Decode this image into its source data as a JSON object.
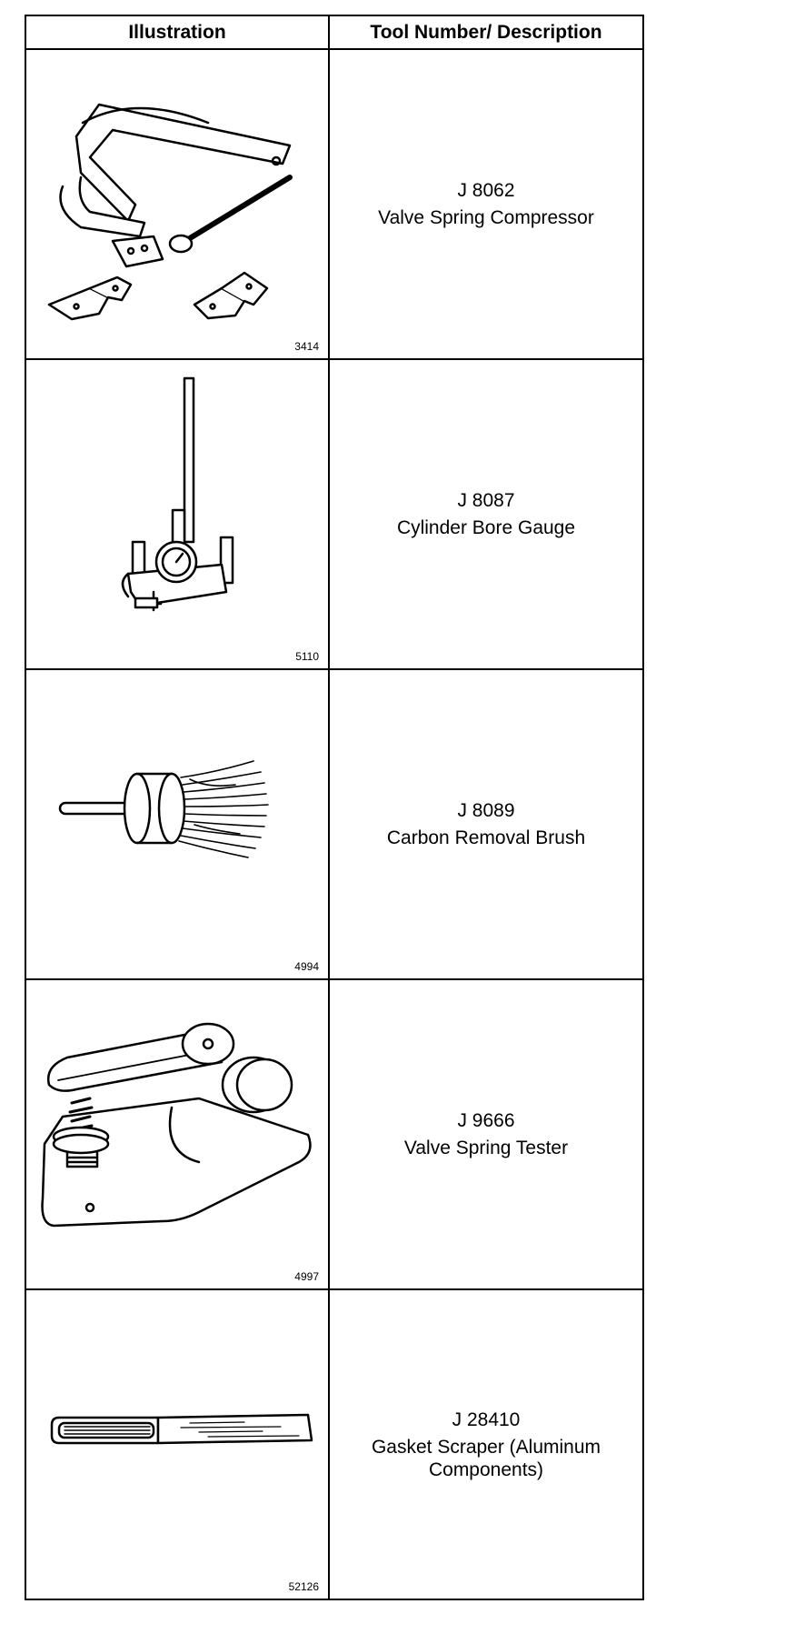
{
  "table": {
    "headers": [
      "Illustration",
      "Tool Number/ Description"
    ],
    "rows": [
      {
        "figure": "3414",
        "number": "J 8062",
        "description": "Valve Spring Compressor",
        "icon": "valve-spring-compressor-icon"
      },
      {
        "figure": "5110",
        "number": "J 8087",
        "description": "Cylinder Bore Gauge",
        "icon": "cylinder-bore-gauge-icon"
      },
      {
        "figure": "4994",
        "number": "J 8089",
        "description": "Carbon Removal Brush",
        "icon": "carbon-removal-brush-icon"
      },
      {
        "figure": "4997",
        "number": "J 9666",
        "description": "Valve Spring Tester",
        "icon": "valve-spring-tester-icon"
      },
      {
        "figure": "52126",
        "number": "J 28410",
        "description": "Gasket Scraper (Aluminum Components)",
        "icon": "gasket-scraper-icon"
      }
    ]
  }
}
